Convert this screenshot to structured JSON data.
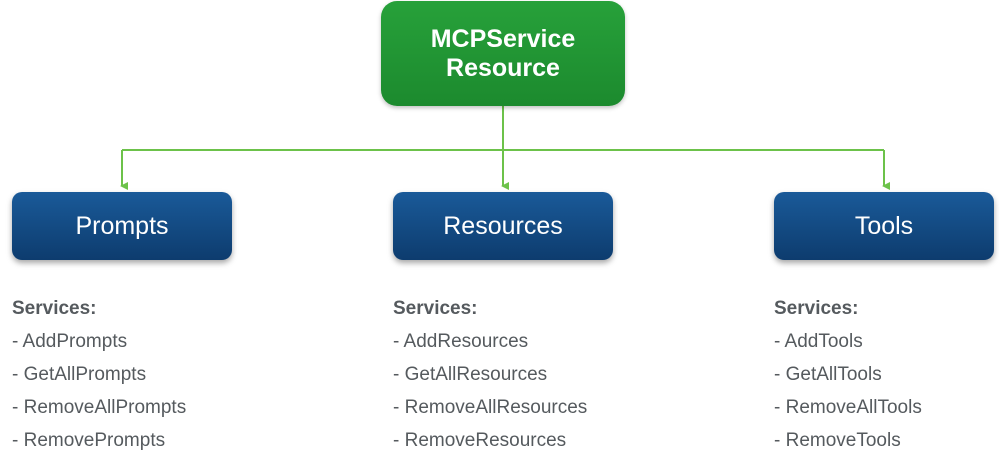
{
  "root": {
    "line1": "MCPService",
    "line2": "Resource"
  },
  "colors": {
    "root_fill": "#1f8f30",
    "child_fill": "#0f4478",
    "connector": "#6cc24a",
    "list_text": "#555a5e"
  },
  "children": [
    {
      "label": "Prompts",
      "services_heading": "Services:",
      "services": [
        "- AddPrompts",
        "- GetAllPrompts",
        "- RemoveAllPrompts",
        "- RemovePrompts"
      ]
    },
    {
      "label": "Resources",
      "services_heading": "Services:",
      "services": [
        "- AddResources",
        "- GetAllResources",
        "- RemoveAllResources",
        "- RemoveResources"
      ]
    },
    {
      "label": "Tools",
      "services_heading": "Services:",
      "services": [
        "- AddTools",
        "- GetAllTools",
        "- RemoveAllTools",
        "- RemoveTools"
      ]
    }
  ]
}
